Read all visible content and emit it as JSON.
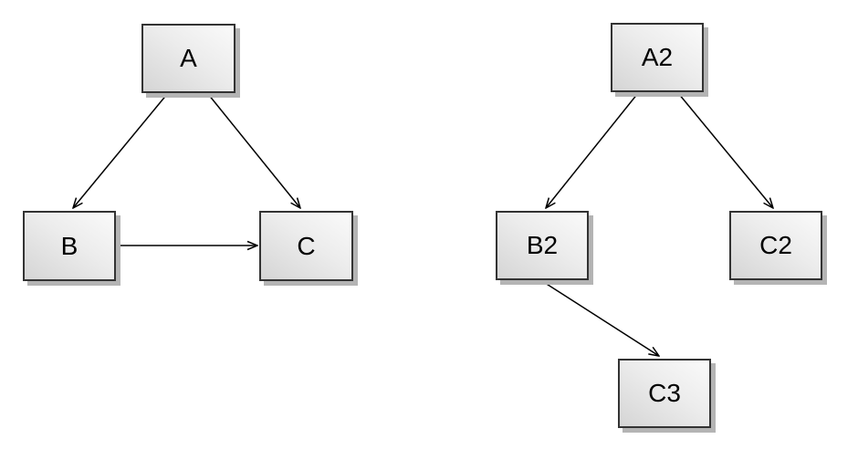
{
  "canvas": {
    "background": "#ffffff"
  },
  "node_style": {
    "fill_light": "#fafafa",
    "fill_dark": "#d5d5d5",
    "border_color": "#333333",
    "shadow_color": "#b4b4b4",
    "text_color": "#000000"
  },
  "edge_style": {
    "line_color": "#000000",
    "arrowhead": "open-v"
  },
  "diagram": {
    "left_graph": {
      "nodes": [
        {
          "id": "A",
          "label": "A"
        },
        {
          "id": "B",
          "label": "B"
        },
        {
          "id": "C",
          "label": "C"
        }
      ],
      "edges": [
        {
          "from": "A",
          "to": "B"
        },
        {
          "from": "A",
          "to": "C"
        },
        {
          "from": "B",
          "to": "C"
        }
      ]
    },
    "right_graph": {
      "nodes": [
        {
          "id": "A2",
          "label": "A2"
        },
        {
          "id": "B2",
          "label": "B2"
        },
        {
          "id": "C2",
          "label": "C2"
        },
        {
          "id": "C3",
          "label": "C3"
        }
      ],
      "edges": [
        {
          "from": "A2",
          "to": "B2"
        },
        {
          "from": "A2",
          "to": "C2"
        },
        {
          "from": "B2",
          "to": "C3"
        }
      ]
    }
  }
}
